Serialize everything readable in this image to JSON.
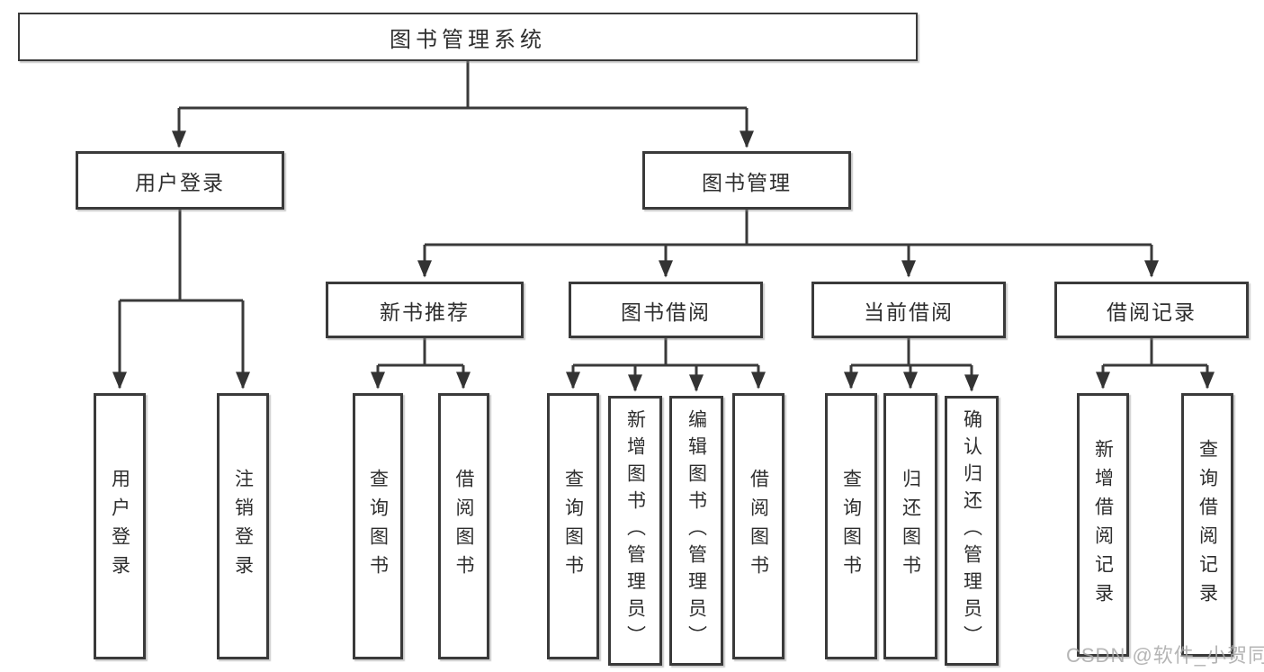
{
  "diagram": {
    "title": "图书管理系统",
    "children": [
      {
        "label": "用户登录",
        "children": [
          {
            "label": "用户登录"
          },
          {
            "label": "注销登录"
          }
        ]
      },
      {
        "label": "图书管理",
        "children": [
          {
            "label": "新书推荐",
            "children": [
              {
                "label": "查询图书"
              },
              {
                "label": "借阅图书"
              }
            ]
          },
          {
            "label": "图书借阅",
            "children": [
              {
                "label": "查询图书"
              },
              {
                "label": "新增图书（管理员）"
              },
              {
                "label": "编辑图书（管理员）"
              },
              {
                "label": "借阅图书"
              }
            ]
          },
          {
            "label": "当前借阅",
            "children": [
              {
                "label": "查询图书"
              },
              {
                "label": "归还图书"
              },
              {
                "label": "确认归还（管理员）"
              }
            ]
          },
          {
            "label": "借阅记录",
            "children": [
              {
                "label": "新增借阅记录"
              },
              {
                "label": "查询借阅记录"
              }
            ]
          }
        ]
      }
    ]
  },
  "watermark": {
    "text": "CSDN @软件_小贺同学"
  },
  "colors": {
    "line": "#3a3a3a",
    "box_border": "#3a3a3a",
    "text": "#2e2e2e",
    "watermark": "#a8a8a8",
    "background": "#ffffff"
  }
}
